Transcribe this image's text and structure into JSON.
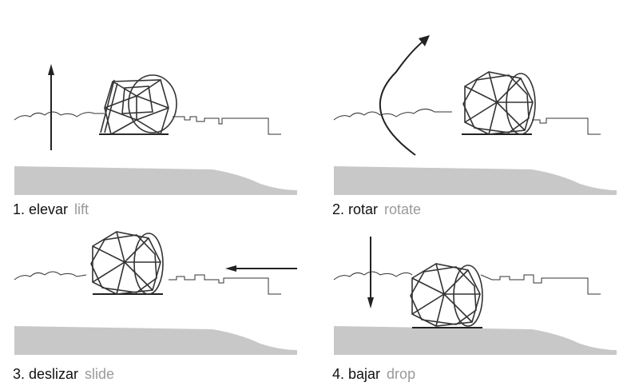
{
  "steps": [
    {
      "number": "1.",
      "spanish": "elevar",
      "english": "lift",
      "arrow": "up"
    },
    {
      "number": "2.",
      "spanish": "rotar",
      "english": "rotate",
      "arrow": "curve"
    },
    {
      "number": "3.",
      "spanish": "deslizar",
      "english": "slide",
      "arrow": "left"
    },
    {
      "number": "4.",
      "spanish": "bajar",
      "english": "drop",
      "arrow": "down"
    }
  ],
  "colors": {
    "ground": "#c8c8c8",
    "line": "#333333",
    "caption_es": "#111111",
    "caption_en": "#9a9a9a"
  },
  "icons": [
    "up-arrow-icon",
    "rotate-arc-arrow-icon",
    "left-arrow-icon",
    "down-arrow-icon"
  ]
}
